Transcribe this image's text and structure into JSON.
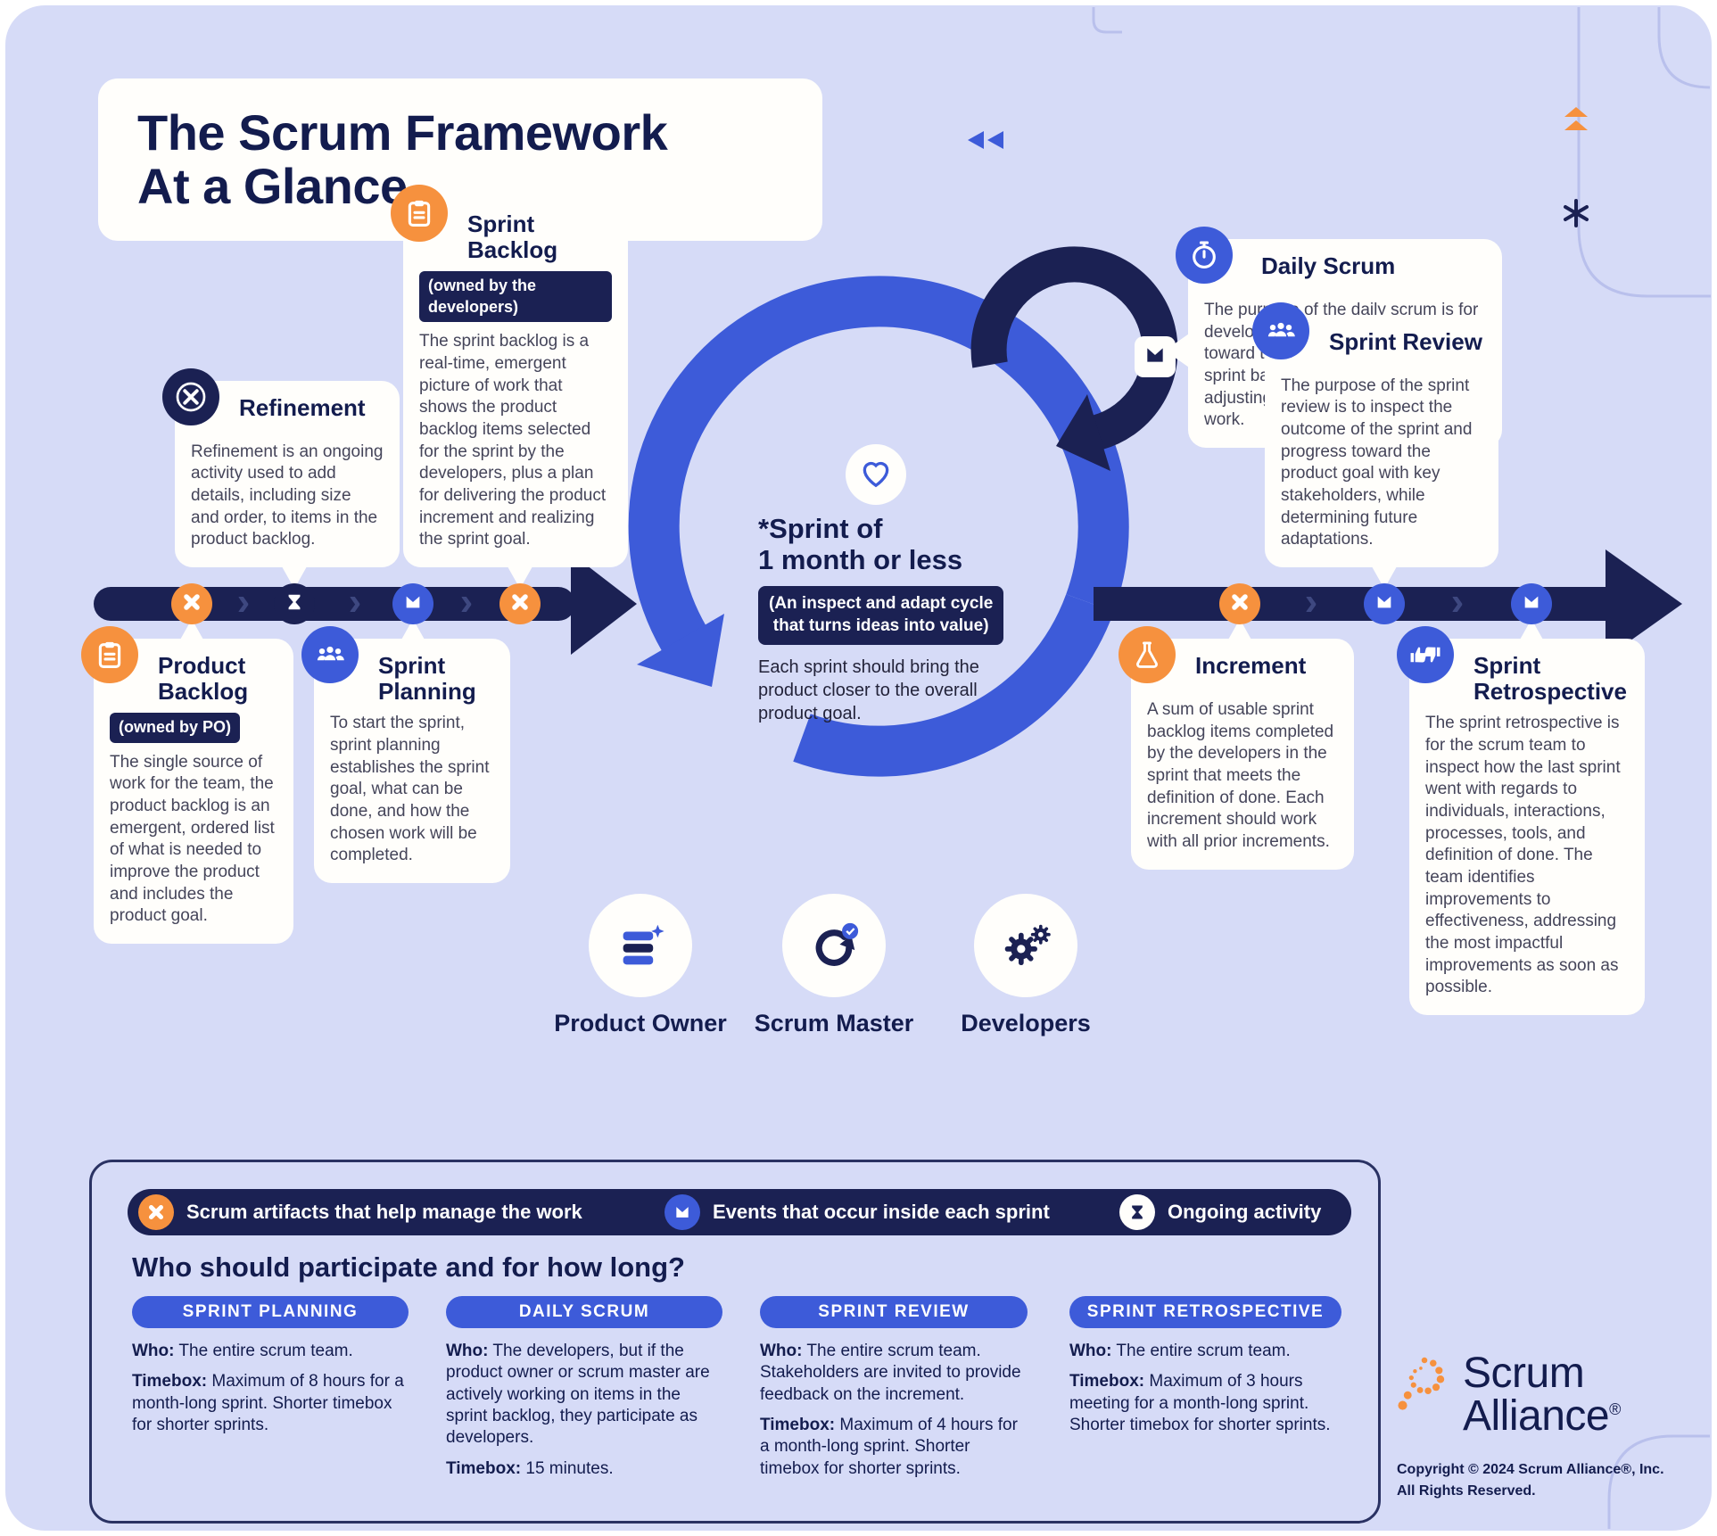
{
  "title": "The Scrum Framework\nAt a Glance",
  "callouts": {
    "refinement": {
      "title": "Refinement",
      "body": "Refinement is an ongoing activity used to add details, including size and order, to items in the product backlog."
    },
    "sprint_backlog": {
      "title": "Sprint\nBacklog",
      "badge": "(owned by the developers)",
      "body": "The sprint backlog is a real-time, emergent picture of work that shows the product backlog items selected for the sprint by the developers, plus a plan for delivering the product increment and realizing the sprint goal."
    },
    "daily_scrum": {
      "title": "Daily Scrum",
      "body": "The purpose of the daily scrum is for developers to inspect progress toward the sprint goal and adapt the sprint backlog as necessary, adjusting the upcoming planned work."
    },
    "sprint_review": {
      "title": "Sprint Review",
      "body": "The purpose of the sprint review is to inspect the outcome of the sprint and progress toward the product goal with key stakeholders, while determining future adaptations."
    },
    "product_backlog": {
      "title": "Product\nBacklog",
      "badge": "(owned by PO)",
      "body": "The single source of work for the team, the product backlog is an emergent, ordered list of what is needed to improve the product and includes the product goal."
    },
    "sprint_planning": {
      "title": "Sprint\nPlanning",
      "body": "To start the sprint, sprint planning establishes the sprint goal, what can be done, and how the chosen work will be completed."
    },
    "increment": {
      "title": "Increment",
      "body": "A sum of usable sprint backlog items completed by the developers in the sprint that meets the definition of done. Each increment should work with all prior increments."
    },
    "sprint_retrospective": {
      "title": "Sprint\nRetrospective",
      "body": "The sprint retrospective is for the scrum team to inspect how the last sprint went with regards to individuals, interactions, processes, tools, and definition of done. The team identifies improvements to effectiveness, addressing the most impactful improvements as soon as possible."
    }
  },
  "sprint_center": {
    "title": "*Sprint of\n1 month or less",
    "badge": "(An inspect and adapt cycle\nthat turns ideas into value)",
    "body": "Each sprint should bring the product closer to the overall product goal."
  },
  "roles": {
    "product_owner": "Product Owner",
    "scrum_master": "Scrum Master",
    "developers": "Developers"
  },
  "legend": {
    "artifacts": "Scrum artifacts that help manage the work",
    "events": "Events that occur inside each sprint",
    "ongoing": "Ongoing activity"
  },
  "participation": {
    "heading": "Who should participate and for how long?",
    "who_label": "Who:",
    "timebox_label": "Timebox:",
    "columns": [
      {
        "header": "SPRINT PLANNING",
        "who": "The entire scrum team.",
        "timebox": "Maximum of 8 hours for a month-long sprint. Shorter timebox for shorter sprints."
      },
      {
        "header": "DAILY SCRUM",
        "who": "The developers, but if the product owner or scrum master are actively working on items in the sprint backlog, they participate as developers.",
        "timebox": "15 minutes."
      },
      {
        "header": "SPRINT REVIEW",
        "who": "The entire scrum team. Stakeholders are invited to provide feedback on the increment.",
        "timebox": "Maximum of 4 hours for a month-long sprint. Shorter timebox for shorter sprints."
      },
      {
        "header": "SPRINT RETROSPECTIVE",
        "who": "The entire scrum team.",
        "timebox": "Maximum of 3 hours meeting for a month-long sprint. Shorter timebox for shorter sprints."
      }
    ]
  },
  "footer": {
    "brand_line1": "Scrum",
    "brand_line2": "Alliance",
    "reg": "®",
    "copyright": "Copyright © 2024 Scrum Alliance®, Inc.\nAll Rights Reserved."
  },
  "colors": {
    "navy": "#1b2153",
    "blue": "#3d5bd9",
    "orange": "#f6913e",
    "background": "#d6dbf7",
    "card": "#fffefb"
  }
}
